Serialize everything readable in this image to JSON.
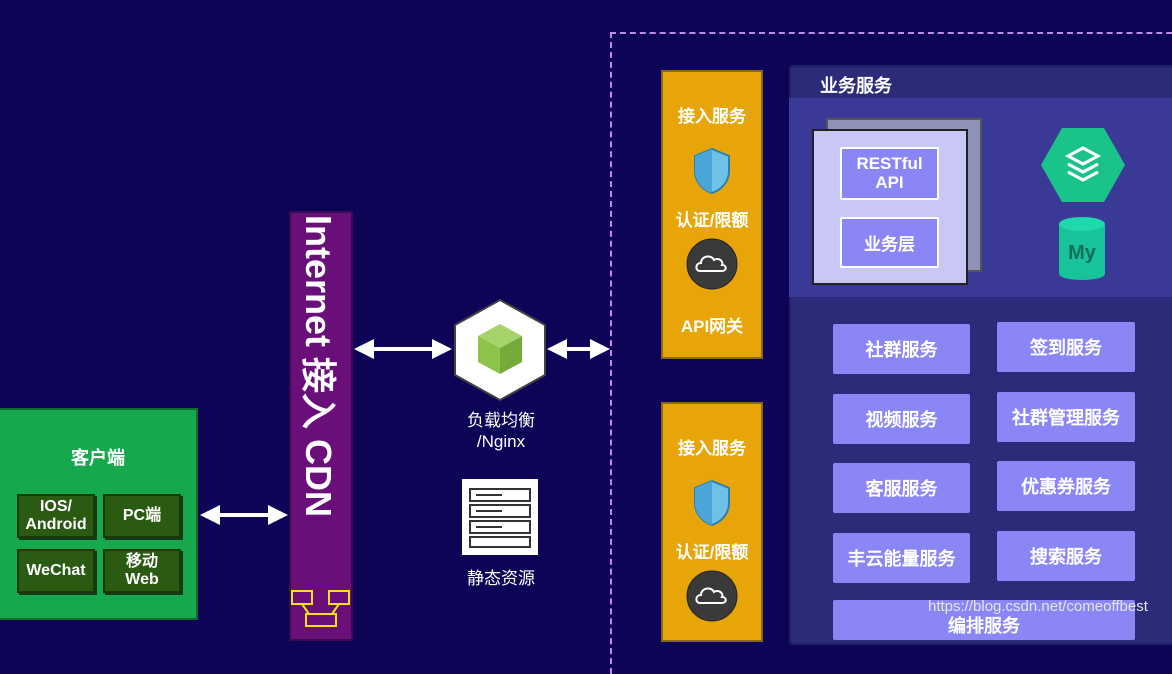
{
  "client": {
    "title": "客户端",
    "items": [
      "IOS/\nAndroid",
      "PC端",
      "WeChat",
      "移动\nWeb"
    ]
  },
  "cdn": {
    "label": "Internet 接入 CDN"
  },
  "load_balancer": {
    "label_line1": "负载均衡",
    "label_line2": "/Nginx"
  },
  "static": {
    "label": "静态资源"
  },
  "gateways": [
    {
      "title": "接入服务",
      "auth": "认证/限额",
      "api": "API网关"
    },
    {
      "title": "接入服务",
      "auth": "认证/限额"
    }
  ],
  "business": {
    "title": "业务服务",
    "rest_api": "RESTful\nAPI",
    "business_layer": "业务层",
    "services": [
      "社群服务",
      "签到服务",
      "视频服务",
      "社群管理服务",
      "客服服务",
      "优惠券服务",
      "丰云能量服务",
      "搜索服务",
      "编排服务"
    ]
  },
  "watermark": "https://blog.csdn.net/comeoffbest",
  "colors": {
    "background": "#0d0457",
    "client": "#17a84d",
    "cdn": "#6a0f7a",
    "gateway": "#e8a50a",
    "service": "#8a86f5",
    "nginx_green": "#8cc34a",
    "mysql_teal": "#19c39a"
  }
}
